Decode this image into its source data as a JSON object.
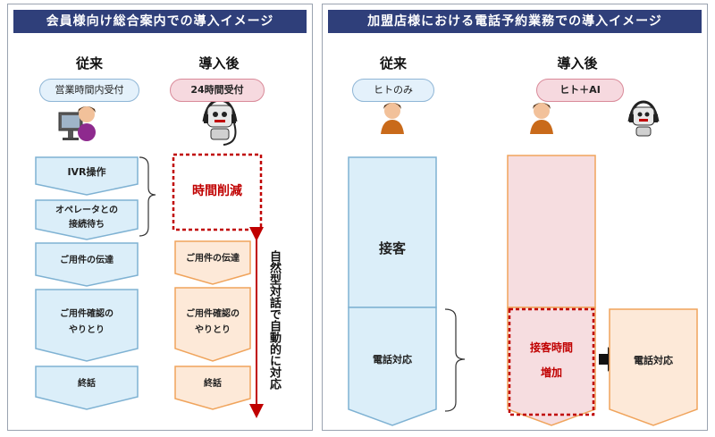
{
  "left_panel": {
    "title": "会員様向け総合案内での導入イメージ",
    "col_before": "従来",
    "col_after": "導入後",
    "pill_before": "営業時間内受付",
    "pill_after": "24時間受付",
    "before_steps": [
      "IVR操作",
      "オペレータとの",
      "接続待ち",
      "ご用件の伝達",
      "ご用件確認の",
      "やりとり",
      "終話"
    ],
    "after_reduced": "時間削減",
    "after_steps": [
      "ご用件の伝達",
      "ご用件確認の",
      "やりとり",
      "終話"
    ],
    "vertical_note": "自然型対話で自動的に対応"
  },
  "right_panel": {
    "title": "加盟店様における電話予約業務での導入イメージ",
    "col_before": "従来",
    "col_after": "導入後",
    "pill_before": "ヒトのみ",
    "pill_after": "ヒト＋AI",
    "before_top": "接客",
    "before_bottom": "電話対応",
    "after_increase_1": "接客時間",
    "after_increase_2": "増加",
    "after_phone": "電話対応"
  },
  "colors": {
    "title_bg": "#2f3f7a",
    "blue_fill": "#dbeef9",
    "blue_stroke": "#7fb2d3",
    "orange_fill": "#fde9d8",
    "orange_stroke": "#f0a45c",
    "accent_red": "#c00000"
  }
}
